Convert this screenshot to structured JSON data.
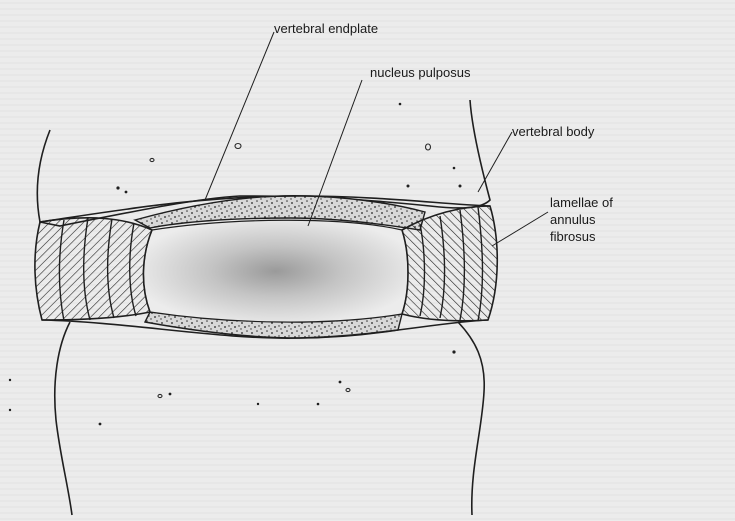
{
  "diagram": {
    "labels": {
      "vertebral_endplate": "vertebral endplate",
      "nucleus_pulposus": "nucleus pulposus",
      "vertebral_body": "vertebral body",
      "lamellae_line1": "lamellae of",
      "lamellae_line2": "annulus",
      "lamellae_line3": "fibrosus"
    }
  }
}
